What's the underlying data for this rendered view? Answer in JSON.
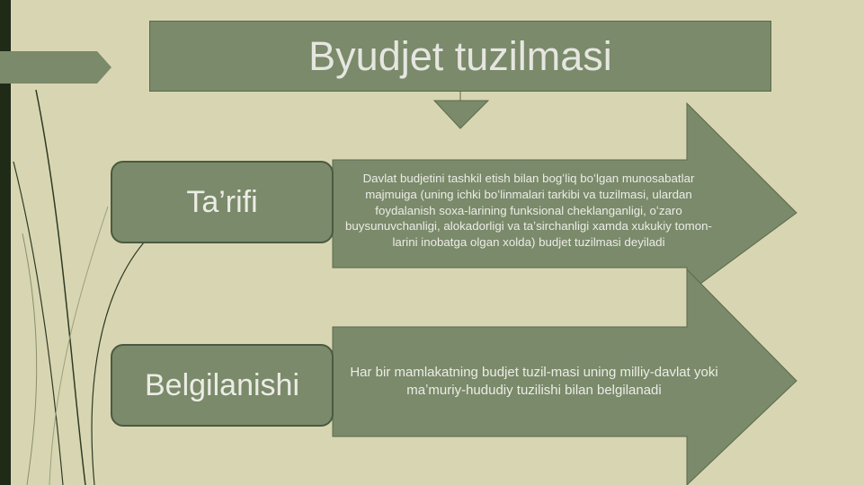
{
  "title": "Byudjet tuzilmasi",
  "rows": [
    {
      "label": "Ta’rifi",
      "text": "Davlat budjetini tashkil etish bilan bogʻliq boʻlgan munosabatlar majmuiga (uning ichki boʻlinmalari tarkibi va tuzilmasi, ulardan foydalanish soxa-larining funksional cheklanganligi, oʻzaro buysunuvchanligi, aloka­dorligi va taʼsirchanligi xamda xukukiy tomon-larini inobatga olgan xolda) budjet tuzilmasi deyiladi"
    },
    {
      "label": "Belgilanishi",
      "text": "Har bir mamlakatning budjet tuzil-masi uning milliy-davlat yoki maʼmuriy-hududiy tuzilishi bilan belgilanadi"
    }
  ],
  "colors": {
    "background": "#d8d6b2",
    "shape_fill": "#7a8a6a",
    "text": "#ecece6",
    "dark_bar": "#1f2a17"
  }
}
